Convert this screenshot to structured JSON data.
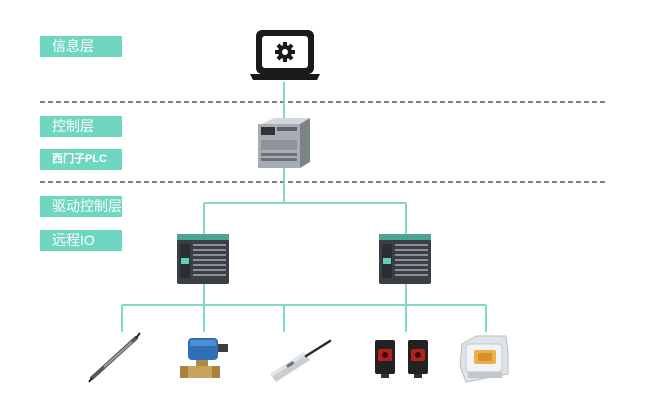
{
  "layers": [
    {
      "id": "info",
      "label": "信息层"
    },
    {
      "id": "control",
      "label": "控制层"
    },
    {
      "id": "plc",
      "label": "西门子PLC"
    },
    {
      "id": "drive",
      "label": "驱动控制层"
    },
    {
      "id": "remote-io",
      "label": "远程IO"
    }
  ],
  "colors": {
    "accent": "#6fd6c0",
    "divider": "#333333",
    "connector": "#7fd9c6",
    "laptop": "#1a1a1a",
    "module": "#3a3f45",
    "plc_body": "#a7adb2"
  },
  "icons": [
    "laptop-gear-icon",
    "plc-icon",
    "io-module-icon",
    "sensor-probe-icon",
    "valve-icon",
    "cylinder-sensor-icon",
    "photoelectric-sensor-icon",
    "relay-icon"
  ]
}
